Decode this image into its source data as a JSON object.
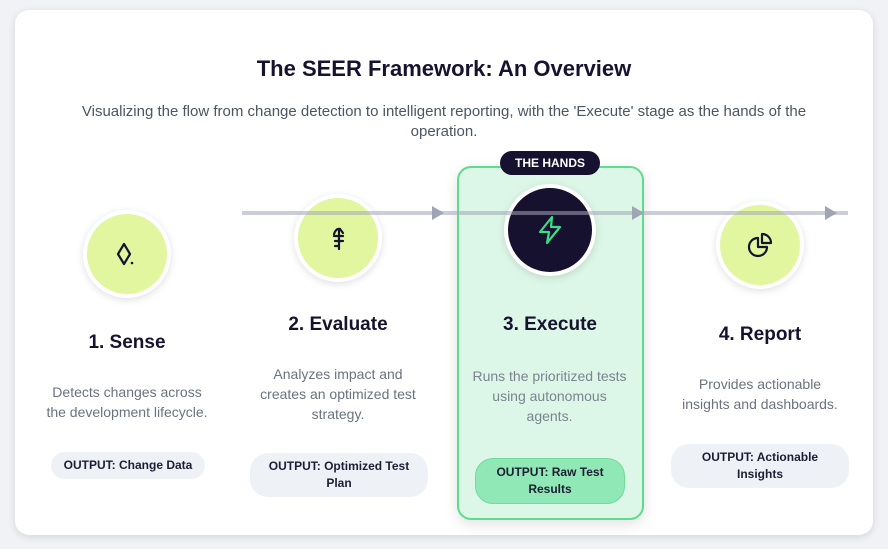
{
  "title": "The SEER Framework: An Overview",
  "subtitle": "Visualizing the flow from change detection to intelligent reporting, with the 'Execute' stage as the hands of the operation.",
  "highlight_badge": "THE HANDS",
  "colors": {
    "accent_lime": "#e2f6a0",
    "dark": "#15112e",
    "green": "#5ddc8c"
  },
  "steps": [
    {
      "title": "1. Sense",
      "icon": "diamond-icon",
      "description": "Detects changes across the development lifecycle.",
      "output": "OUTPUT: Change Data"
    },
    {
      "title": "2. Evaluate",
      "icon": "branch-icon",
      "description": "Analyzes impact and creates an optimized test strategy.",
      "output": "OUTPUT: Optimized Test Plan"
    },
    {
      "title": "3. Execute",
      "icon": "lightning-icon",
      "description": "Runs the prioritized tests using autonomous agents.",
      "output": "OUTPUT: Raw Test Results"
    },
    {
      "title": "4. Report",
      "icon": "pie-chart-icon",
      "description": "Provides actionable insights and dashboards.",
      "output": "OUTPUT: Actionable Insights"
    }
  ]
}
